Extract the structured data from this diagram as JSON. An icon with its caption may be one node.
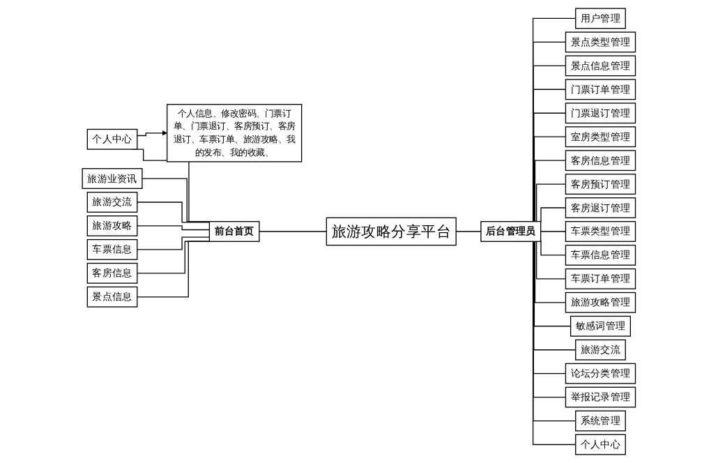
{
  "diagram": {
    "nodes": [
      {
        "text": [
          "景点信息"
        ]
      },
      {
        "text": [
          "客房信息"
        ]
      },
      {
        "text": [
          "车票信息"
        ]
      },
      {
        "text": [
          "旅游攻略"
        ]
      },
      {
        "text": [
          "旅游交流"
        ]
      },
      {
        "text": [
          "旅游业资讯"
        ]
      },
      {
        "text": [
          "个人中心"
        ]
      },
      {
        "text": [
          "个人信息、修改密码、门票订单、门票退订、客房预订、客房退订、车票订单、旅游攻略、我的发布、我的收藏、"
        ]
      },
      {
        "text": [
          "前台首页"
        ]
      },
      {
        "text": [
          "旅游攻略分享平台"
        ]
      },
      {
        "text": [
          "后台管理员"
        ]
      },
      {
        "text": [
          "用户管理"
        ]
      },
      {
        "text": [
          "景点类型管理"
        ]
      },
      {
        "text": [
          "景点信息管理"
        ]
      },
      {
        "text": [
          "门票订单管理"
        ]
      },
      {
        "text": [
          "门票退订管理"
        ]
      },
      {
        "text": [
          "室房类型管理"
        ]
      },
      {
        "text": [
          "客房信息管理"
        ]
      },
      {
        "text": [
          "客房预订管理"
        ]
      },
      {
        "text": [
          "客房退订管理"
        ]
      },
      {
        "text": [
          "车票类型管理"
        ]
      },
      {
        "text": [
          "车票信息管理"
        ]
      },
      {
        "text": [
          "车票订单管理"
        ]
      },
      {
        "text": [
          "旅游攻略管理"
        ]
      },
      {
        "text": [
          "敏感词管理"
        ]
      },
      {
        "text": [
          "旅游交流"
        ]
      },
      {
        "text": [
          "论坛分类管理"
        ]
      },
      {
        "text": [
          "举报记录管理"
        ]
      },
      {
        "text": [
          "系统管理"
        ]
      },
      {
        "text": [
          "个人中心"
        ]
      }
    ],
    "edges": [
      {
        "from": 0,
        "to": 8,
        "arrow": "none"
      },
      {
        "from": 1,
        "to": 8,
        "arrow": "none"
      },
      {
        "from": 2,
        "to": 8,
        "arrow": "none"
      },
      {
        "from": 3,
        "to": 8,
        "arrow": "none"
      },
      {
        "from": 4,
        "to": 8,
        "arrow": "none"
      },
      {
        "from": 5,
        "to": 8,
        "arrow": "none"
      },
      {
        "from": 6,
        "to": 8,
        "arrow": "none"
      },
      {
        "from": 6,
        "to": 7,
        "arrow": "to"
      },
      {
        "from": 8,
        "to": 9,
        "arrow": "none"
      },
      {
        "from": 9,
        "to": 10,
        "arrow": "none"
      },
      {
        "from": 10,
        "to": 11,
        "arrow": "none"
      },
      {
        "from": 10,
        "to": 12,
        "arrow": "none"
      },
      {
        "from": 10,
        "to": 13,
        "arrow": "none"
      },
      {
        "from": 10,
        "to": 14,
        "arrow": "none"
      },
      {
        "from": 10,
        "to": 15,
        "arrow": "none"
      },
      {
        "from": 10,
        "to": 16,
        "arrow": "none"
      },
      {
        "from": 10,
        "to": 17,
        "arrow": "none"
      },
      {
        "from": 10,
        "to": 18,
        "arrow": "none"
      },
      {
        "from": 10,
        "to": 19,
        "arrow": "none"
      },
      {
        "from": 10,
        "to": 20,
        "arrow": "none"
      },
      {
        "from": 10,
        "to": 21,
        "arrow": "none"
      },
      {
        "from": 10,
        "to": 22,
        "arrow": "none"
      },
      {
        "from": 10,
        "to": 23,
        "arrow": "none"
      },
      {
        "from": 10,
        "to": 24,
        "arrow": "none"
      },
      {
        "from": 10,
        "to": 25,
        "arrow": "none"
      },
      {
        "from": 10,
        "to": 26,
        "arrow": "none"
      },
      {
        "from": 10,
        "to": 27,
        "arrow": "none"
      },
      {
        "from": 10,
        "to": 28,
        "arrow": "none"
      },
      {
        "from": 10,
        "to": 29,
        "arrow": "none"
      }
    ]
  }
}
